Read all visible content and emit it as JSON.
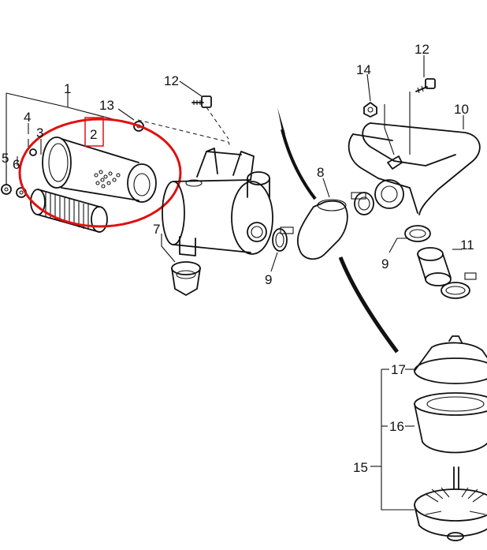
{
  "callouts": {
    "c1": "1",
    "c2": "2",
    "c3": "3",
    "c4": "4",
    "c5": "5",
    "c6": "6",
    "c7": "7",
    "c8": "8",
    "c9a": "9",
    "c9b": "9",
    "c10": "10",
    "c11": "11",
    "c12a": "12",
    "c12b": "12",
    "c13": "13",
    "c14": "14",
    "c15": "15",
    "c16": "16",
    "c17": "17"
  },
  "colors": {
    "line": "#111111",
    "highlight_circle": "#e01010",
    "highlight_box": "#e01010"
  }
}
